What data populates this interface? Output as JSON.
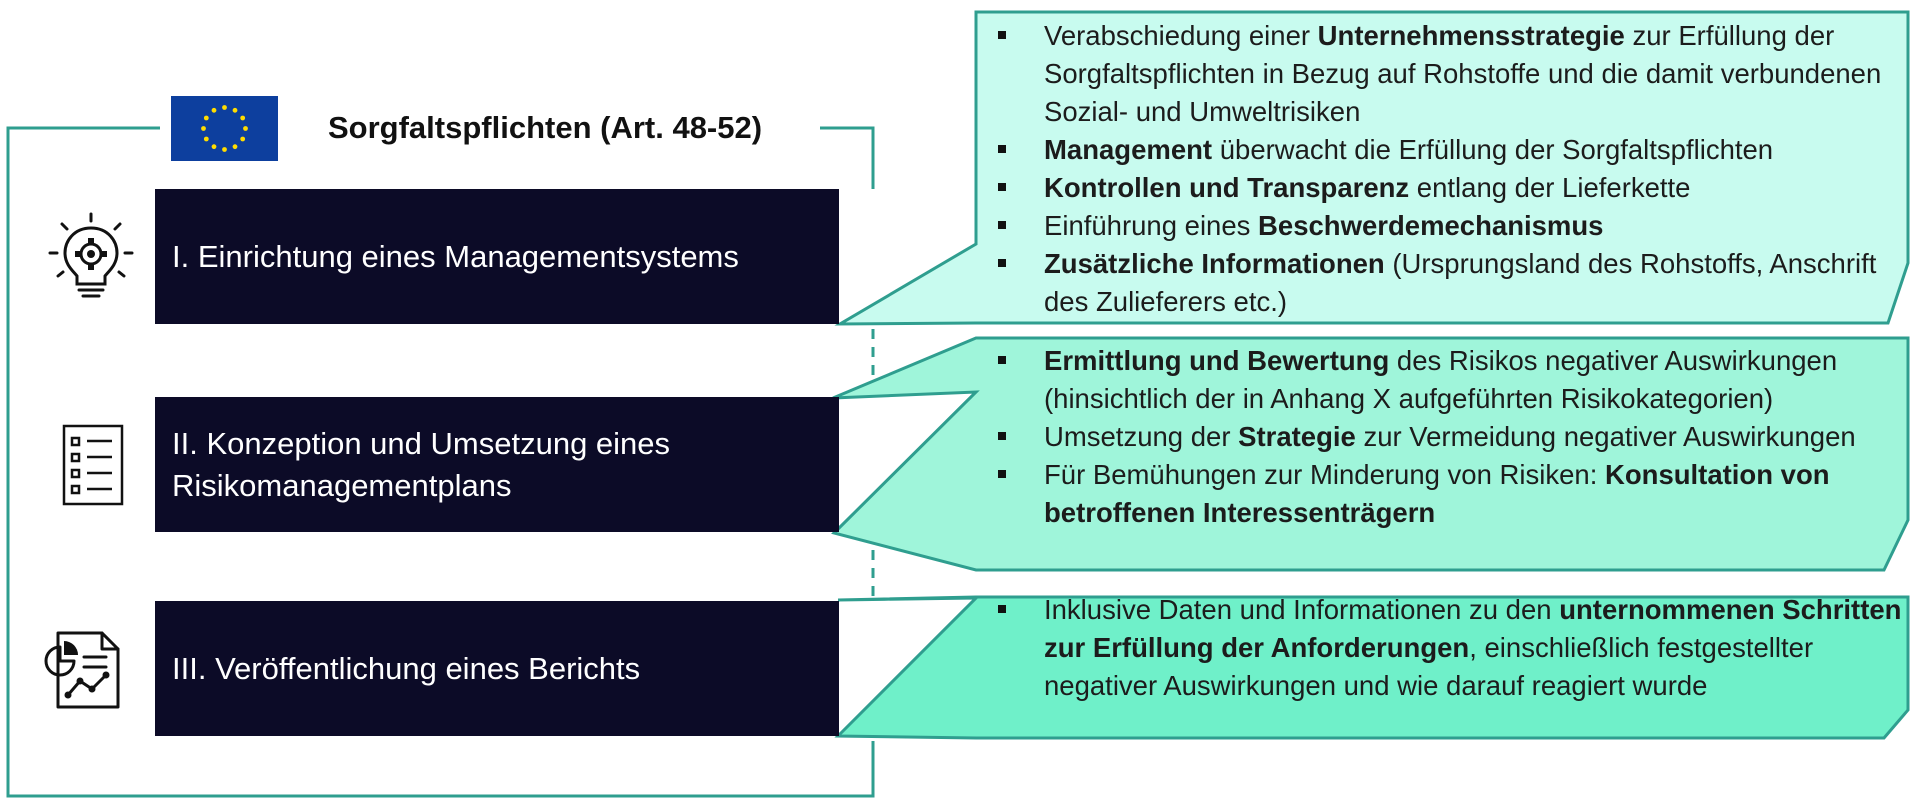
{
  "colors": {
    "frame_line": "#2f9e8f",
    "box_background": "#0c0b27",
    "panel_1": "#c8fbef",
    "panel_2": "#9ff5da",
    "panel_3": "#6ff0c9",
    "flag_blue": "#0d3f9e",
    "flag_stars": "#ffdd00"
  },
  "header": {
    "flag_icon": "eu-flag-icon",
    "title": "Sorgfaltspflichten (Art. 48-52)"
  },
  "steps": [
    {
      "icon": "lightbulb-gear-icon",
      "label": "I. Einrichtung eines Managementsystems",
      "bullets": [
        [
          "Verabschiedung einer ",
          {
            "b": "Unternehmensstrategie"
          },
          " zur Erfüllung der  Sorgfaltspflichten in Bezug auf Rohstoffe und die damit verbundenen Sozial- und Umweltrisiken"
        ],
        [
          {
            "b": "Management"
          },
          " überwacht die Erfüllung der Sorgfaltspflichten"
        ],
        [
          {
            "b": "Kontrollen und Transparenz"
          },
          " entlang der Lieferkette"
        ],
        [
          "Einführung eines ",
          {
            "b": "Beschwerdemechanismus"
          }
        ],
        [
          {
            "b": "Zusätzliche Informationen"
          },
          " (Ursprungsland des Rohstoffs, Anschrift des Zulieferers etc.)"
        ]
      ]
    },
    {
      "icon": "checklist-icon",
      "label": "II. Konzeption und Umsetzung eines Risikomanagementplans",
      "bullets": [
        [
          {
            "b": "Ermittlung und Bewertung"
          },
          " des Risikos negativer Auswirkungen (hinsichtlich der in Anhang X aufgeführten Risikokategorien)"
        ],
        [
          "Umsetzung der ",
          {
            "b": "Strategie"
          },
          " zur Vermeidung negativer Auswirkungen"
        ],
        [
          "Für Bemühungen zur Minderung von Risiken: ",
          {
            "b": "Konsultation von betroffenen Interessenträgern"
          }
        ]
      ]
    },
    {
      "icon": "report-chart-icon",
      "label": "III. Veröffentlichung eines Berichts",
      "bullets": [
        [
          "Inklusive Daten und Informationen zu den ",
          {
            "b": "unternommenen Schritten zur Erfüllung der Anforderungen"
          },
          ", einschließlich festgestellter negativer Auswirkungen  und wie darauf reagiert wurde"
        ]
      ]
    }
  ]
}
